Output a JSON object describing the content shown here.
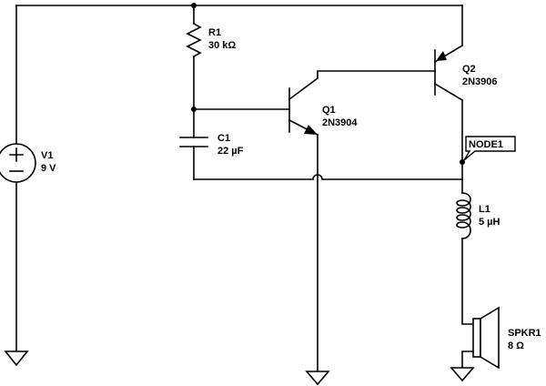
{
  "components": {
    "v1": {
      "name": "V1",
      "value": "9 V"
    },
    "r1": {
      "name": "R1",
      "value": "30 kΩ"
    },
    "c1": {
      "name": "C1",
      "value": "22 µF"
    },
    "q1": {
      "name": "Q1",
      "value": "2N3904"
    },
    "q2": {
      "name": "Q2",
      "value": "2N3906"
    },
    "l1": {
      "name": "L1",
      "value": "5 µH"
    },
    "spkr1": {
      "name": "SPKR1",
      "value": "8 Ω"
    }
  },
  "net_label": "NODE1"
}
